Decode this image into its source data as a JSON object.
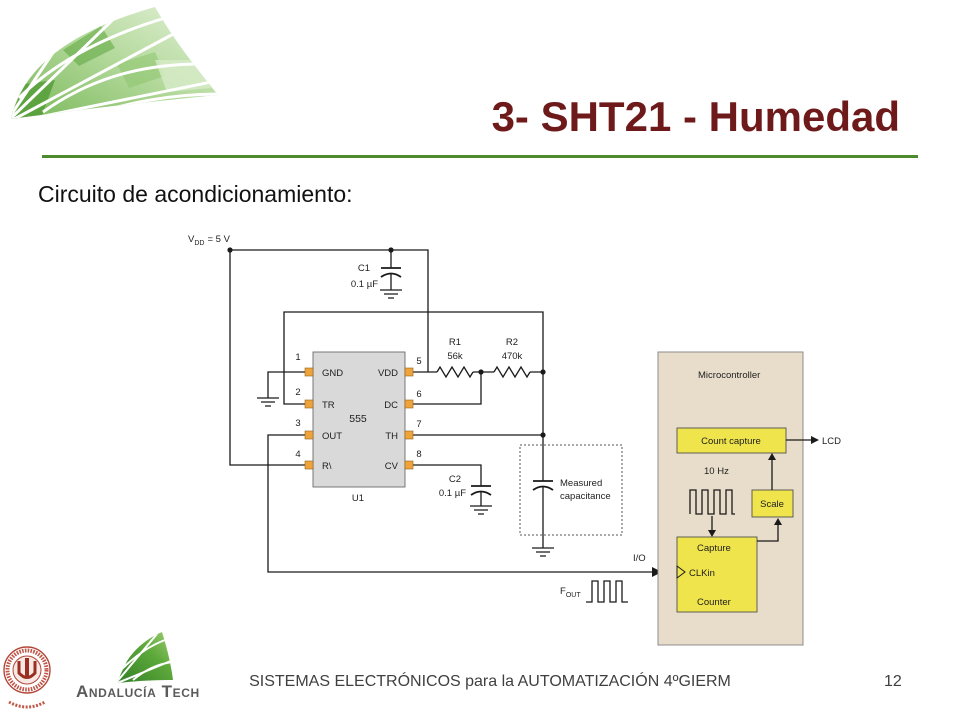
{
  "slide": {
    "title": "3- SHT21 - Humedad",
    "subtitle": "Circuito de acondicionamiento:",
    "footer": "SISTEMAS ELECTRÓNICOS para la AUTOMATIZACIÓN 4ºGIERM",
    "page_number": "12"
  },
  "branding": {
    "andalucia_tech": "Andalucía Tech"
  },
  "icons": {
    "header_logo": "leaf-logo",
    "university_seal": "university-seal",
    "footer_logo": "andalucia-tech-leaf"
  },
  "colors": {
    "title": "#6e1a1a",
    "rule": "#4b8b2b",
    "footer_text": "#404040",
    "wire": "#1a1a1a",
    "chip_body": "#d9d9d9",
    "chip_pin": "#f0a33a",
    "mcu_body": "#e8ddca",
    "mcu_block": "#f0e44c"
  },
  "circuit": {
    "supply": {
      "symbol": "V",
      "subscript": "DD",
      "value": "= 5 V"
    },
    "c1": {
      "ref": "C1",
      "value": "0.1 µF"
    },
    "c2": {
      "ref": "C2",
      "value": "0.1 µF"
    },
    "r1": {
      "ref": "R1",
      "value": "56k"
    },
    "r2": {
      "ref": "R2",
      "value": "470k"
    },
    "timer": {
      "part": "555",
      "ref": "U1",
      "left_pins": [
        {
          "number": "1",
          "label": "GND"
        },
        {
          "number": "2",
          "label": "TR"
        },
        {
          "number": "3",
          "label": "OUT"
        },
        {
          "number": "4",
          "label": "R\\"
        }
      ],
      "right_pins": [
        {
          "number": "5",
          "label": "VDD"
        },
        {
          "number": "6",
          "label": "DC"
        },
        {
          "number": "7",
          "label": "TH"
        },
        {
          "number": "8",
          "label": "CV"
        }
      ]
    },
    "sensor": {
      "line1": "Measured",
      "line2": "capacitance"
    },
    "io_label": "I/O",
    "fout": {
      "symbol": "F",
      "subscript": "OUT"
    },
    "mcu": {
      "title": "Microcontroller",
      "count_capture": "Count capture",
      "lcd": "LCD",
      "clock_freq": "10 Hz",
      "scale": "Scale",
      "capture": "Capture",
      "clkin": "CLKin",
      "counter": "Counter"
    }
  }
}
